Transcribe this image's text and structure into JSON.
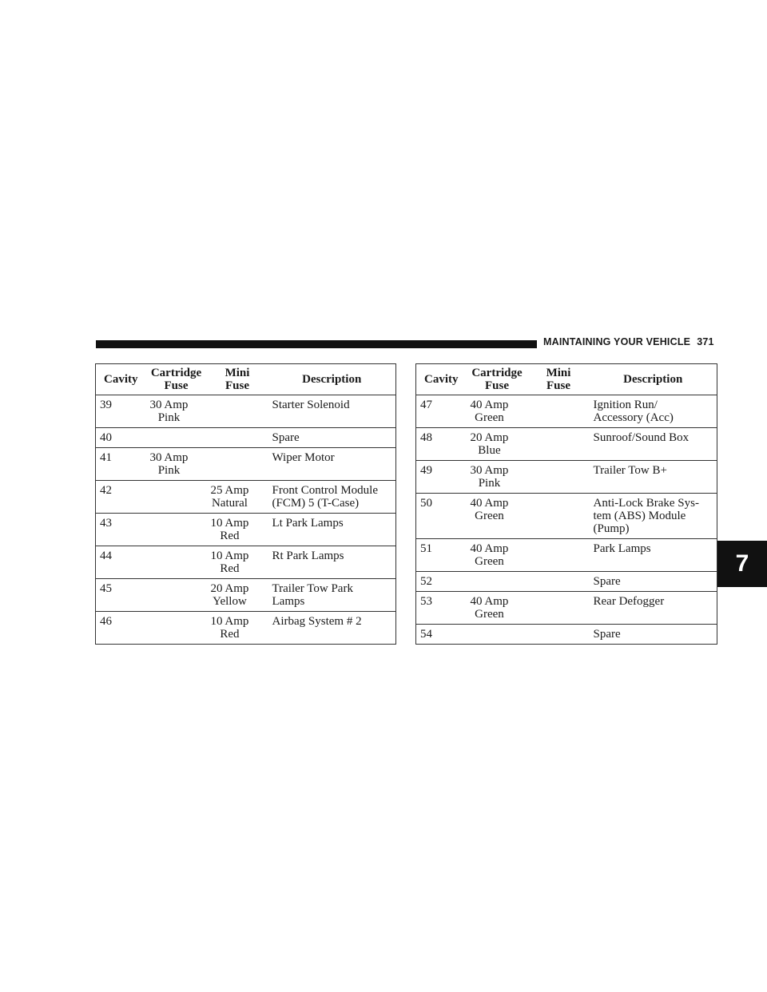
{
  "header": {
    "title": "MAINTAINING YOUR VEHICLE",
    "page_number": "371"
  },
  "chapter_tab": "7",
  "columns": {
    "cavity": "Cavity",
    "cartridge": "Cartridge\nFuse",
    "mini": "Mini\nFuse",
    "description": "Description"
  },
  "left_table": {
    "rows": [
      {
        "cavity": "39",
        "cartridge": "30 Amp\nPink",
        "mini": "",
        "description": "Starter Solenoid"
      },
      {
        "cavity": "40",
        "cartridge": "",
        "mini": "",
        "description": "Spare"
      },
      {
        "cavity": "41",
        "cartridge": "30 Amp\nPink",
        "mini": "",
        "description": "Wiper Motor"
      },
      {
        "cavity": "42",
        "cartridge": "",
        "mini": "25 Amp\nNatural",
        "description": "Front Control Module\n(FCM) 5 (T-Case)"
      },
      {
        "cavity": "43",
        "cartridge": "",
        "mini": "10 Amp\nRed",
        "description": "Lt Park Lamps"
      },
      {
        "cavity": "44",
        "cartridge": "",
        "mini": "10 Amp\nRed",
        "description": "Rt Park Lamps"
      },
      {
        "cavity": "45",
        "cartridge": "",
        "mini": "20 Amp\nYellow",
        "description": "Trailer Tow Park\nLamps"
      },
      {
        "cavity": "46",
        "cartridge": "",
        "mini": "10 Amp\nRed",
        "description": "Airbag System # 2"
      }
    ]
  },
  "right_table": {
    "rows": [
      {
        "cavity": "47",
        "cartridge": "40 Amp\nGreen",
        "mini": "",
        "description": "Ignition Run/\nAccessory (Acc)"
      },
      {
        "cavity": "48",
        "cartridge": "20 Amp\nBlue",
        "mini": "",
        "description": "Sunroof/Sound Box"
      },
      {
        "cavity": "49",
        "cartridge": "30 Amp\nPink",
        "mini": "",
        "description": "Trailer Tow B+"
      },
      {
        "cavity": "50",
        "cartridge": "40 Amp\nGreen",
        "mini": "",
        "description": "Anti-Lock Brake Sys-\ntem (ABS) Module\n(Pump)"
      },
      {
        "cavity": "51",
        "cartridge": "40 Amp\nGreen",
        "mini": "",
        "description": "Park Lamps"
      },
      {
        "cavity": "52",
        "cartridge": "",
        "mini": "",
        "description": "Spare"
      },
      {
        "cavity": "53",
        "cartridge": "40 Amp\nGreen",
        "mini": "",
        "description": "Rear Defogger"
      },
      {
        "cavity": "54",
        "cartridge": "",
        "mini": "",
        "description": "Spare"
      }
    ]
  }
}
